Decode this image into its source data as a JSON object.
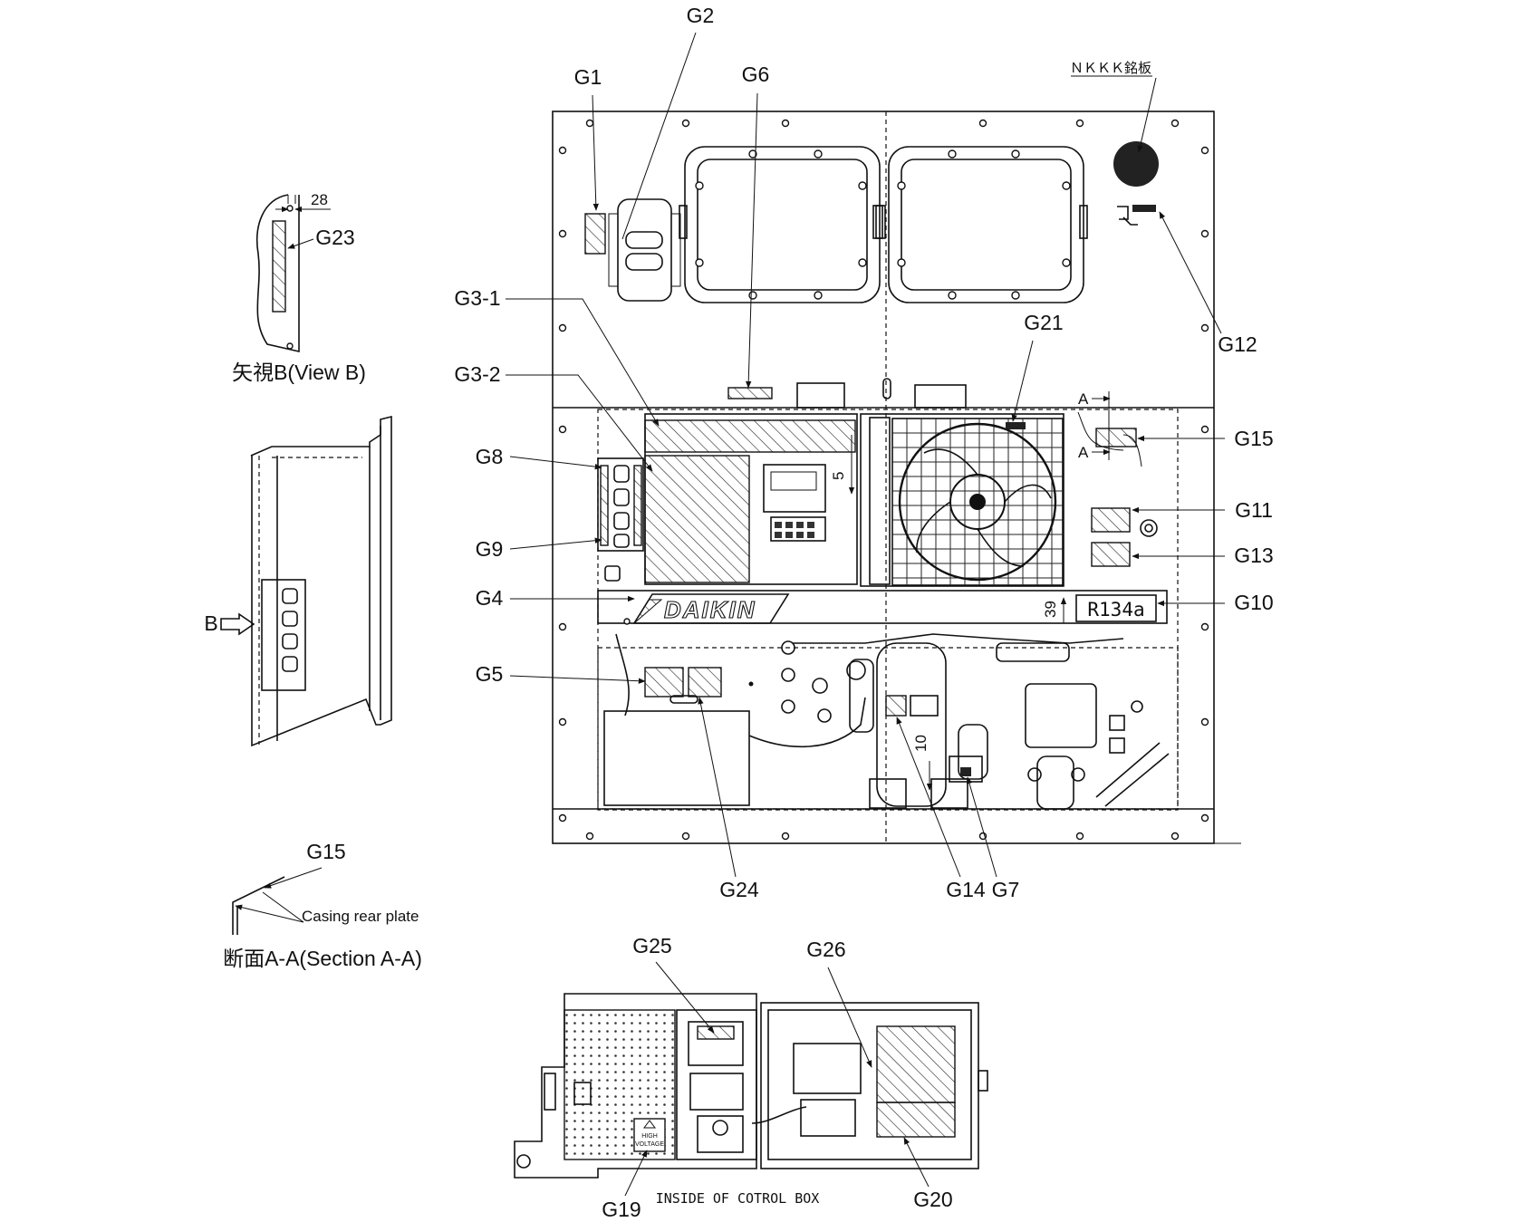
{
  "labels": {
    "g1": "G1",
    "g2": "G2",
    "g3_1": "G3-1",
    "g3_2": "G3-2",
    "g4": "G4",
    "g5": "G5",
    "g6": "G6",
    "g7": "G7",
    "g8": "G8",
    "g9": "G9",
    "g10": "G10",
    "g11": "G11",
    "g12": "G12",
    "g13": "G13",
    "g14": "G14",
    "g15": "G15",
    "g15_section": "G15",
    "g19": "G19",
    "g20": "G20",
    "g21": "G21",
    "g23": "G23",
    "g24": "G24",
    "g25": "G25",
    "g26": "G26"
  },
  "nameplate": "ＮＫＫＫ銘板",
  "view_b": {
    "title": "矢視B(View B)",
    "dimension": "28",
    "arrow_letter": "B"
  },
  "section_aa": {
    "title": "断面A-A(Section A-A)",
    "callout": "Casing rear plate",
    "marker": "A"
  },
  "unit": {
    "brand": "DAIKIN",
    "refrigerant": "R134a",
    "dim_39": "39",
    "dim_5": "5",
    "dim_10": "10"
  },
  "control_box": {
    "caption": "INSIDE OF COTROL BOX",
    "warning_line1": "HIGH",
    "warning_line2": "VOLTAGE"
  }
}
